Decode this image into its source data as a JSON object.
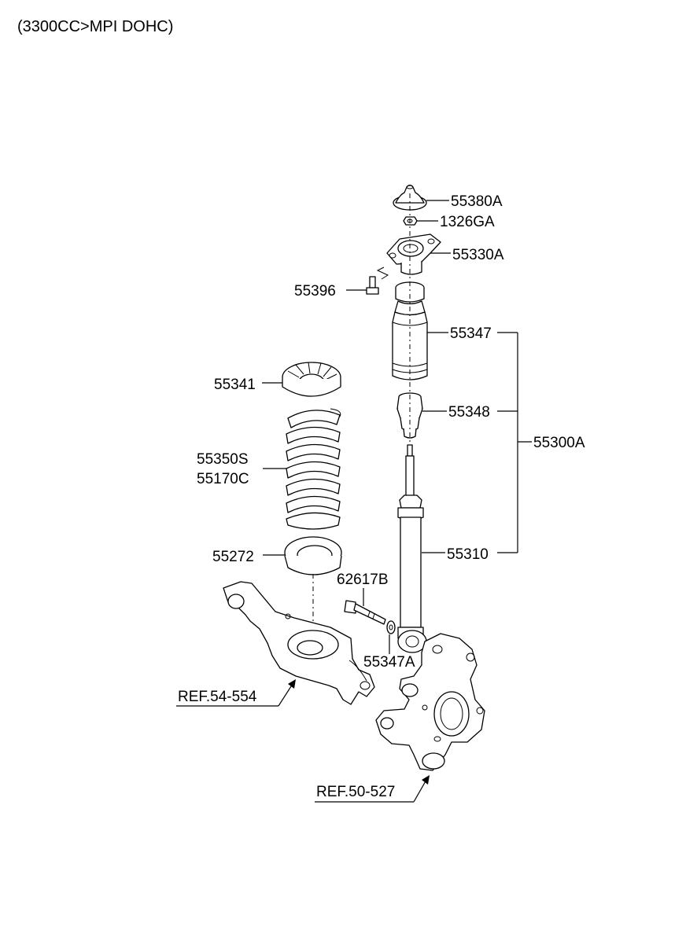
{
  "header": {
    "engine_spec": "(3300CC>MPI DOHC)"
  },
  "callouts": {
    "p55380A": "55380A",
    "p1326GA": "1326GA",
    "p55330A": "55330A",
    "p55396": "55396",
    "p55347": "55347",
    "p55341": "55341",
    "p55348": "55348",
    "p55350S": "55350S",
    "p55170C": "55170C",
    "p55300A": "55300A",
    "p55272": "55272",
    "p55310": "55310",
    "p62617B": "62617B",
    "p55347A": "55347A"
  },
  "references": {
    "ref_lower_arm": "REF.54-554",
    "ref_knuckle": "REF.50-527"
  }
}
